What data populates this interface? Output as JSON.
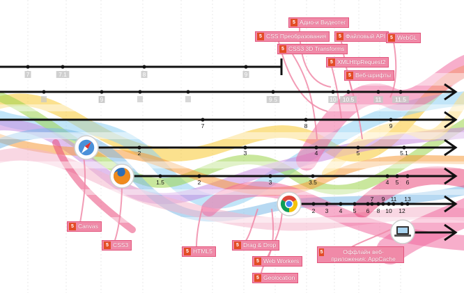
{
  "colors": {
    "axis": "#111111",
    "tag_bg": "#f08aa8",
    "tag_icon": "#e34c26",
    "label_bg": "#c8c8c8",
    "ribbons": [
      "#f06ca0",
      "#f7c832",
      "#8ed0f2",
      "#9dd34d",
      "#c98de0",
      "#f59a3a",
      "#7bb9e8",
      "#f4b7cc",
      "#e94b7c",
      "#ffe08a"
    ]
  },
  "icons": {
    "safari": "safari-compass-icon",
    "firefox": "firefox-icon",
    "chrome": "chrome-icon",
    "laptop": "laptop-icon",
    "html5": "html5-badge-icon"
  },
  "html5_badge_text": "5",
  "timelines": [
    {
      "id": "ie",
      "ticks": [
        {
          "label": "7",
          "boxed": true
        },
        {
          "label": "7.1",
          "boxed": true
        },
        {
          "label": "8",
          "boxed": true
        },
        {
          "label": "9",
          "boxed": true
        }
      ]
    },
    {
      "id": "opera",
      "ticks": [
        {
          "label": "9",
          "boxed": true
        },
        {
          "label": "9.5",
          "boxed": true
        },
        {
          "label": "10",
          "boxed": true
        },
        {
          "label": "10.5",
          "boxed": true
        },
        {
          "label": "11",
          "boxed": true
        },
        {
          "label": "11.5",
          "boxed": true
        }
      ]
    },
    {
      "id": "ie-2",
      "ticks": [
        {
          "label": "7",
          "boxed": false
        },
        {
          "label": "8",
          "boxed": false
        },
        {
          "label": "9",
          "boxed": false
        }
      ]
    },
    {
      "id": "safari",
      "ticks": [
        {
          "label": "2",
          "boxed": false
        },
        {
          "label": "3",
          "boxed": false
        },
        {
          "label": "4",
          "boxed": false
        },
        {
          "label": "5",
          "boxed": false
        },
        {
          "label": "5.1",
          "boxed": false
        }
      ]
    },
    {
      "id": "firefox",
      "ticks": [
        {
          "label": "1.5",
          "boxed": false
        },
        {
          "label": "2",
          "boxed": false
        },
        {
          "label": "3",
          "boxed": false
        },
        {
          "label": "3.5",
          "boxed": false
        },
        {
          "label": "4",
          "boxed": false
        },
        {
          "label": "5",
          "boxed": false
        },
        {
          "label": "6",
          "boxed": false
        }
      ]
    },
    {
      "id": "chrome",
      "ticks": [
        {
          "label": "2",
          "boxed": false
        },
        {
          "label": "3",
          "boxed": false
        },
        {
          "label": "4",
          "boxed": false
        },
        {
          "label": "5",
          "boxed": false
        },
        {
          "label": "6",
          "boxed": false
        },
        {
          "label": "7",
          "boxed": false
        },
        {
          "label": "8",
          "boxed": false
        },
        {
          "label": "9",
          "boxed": false
        },
        {
          "label": "10",
          "boxed": false
        },
        {
          "label": "11",
          "boxed": false
        },
        {
          "label": "12",
          "boxed": false
        },
        {
          "label": "13",
          "boxed": false
        }
      ]
    },
    {
      "id": "web",
      "ticks": []
    }
  ],
  "features": [
    {
      "id": "audio-video",
      "label": "Адио-и Видеотег"
    },
    {
      "id": "css-transforms",
      "label": "CSS Преобразования"
    },
    {
      "id": "file-api",
      "label": "Файловый API"
    },
    {
      "id": "webgl",
      "label": "WebGL"
    },
    {
      "id": "css3-3d",
      "label": "CSS3 3D Transforms"
    },
    {
      "id": "xhr2",
      "label": "XMLHttpRequest2"
    },
    {
      "id": "web-fonts",
      "label": "Веб-шрифты"
    },
    {
      "id": "canvas",
      "label": "Canvas"
    },
    {
      "id": "css3",
      "label": "CSS3"
    },
    {
      "id": "html5",
      "label": "HTML5"
    },
    {
      "id": "drag-drop",
      "label": "Drag & Drop"
    },
    {
      "id": "web-workers",
      "label": "Web Workers"
    },
    {
      "id": "geolocation",
      "label": "Geolocation"
    },
    {
      "id": "offline-apps",
      "label": "Оффлайн веб-приложения: AppCache"
    }
  ]
}
